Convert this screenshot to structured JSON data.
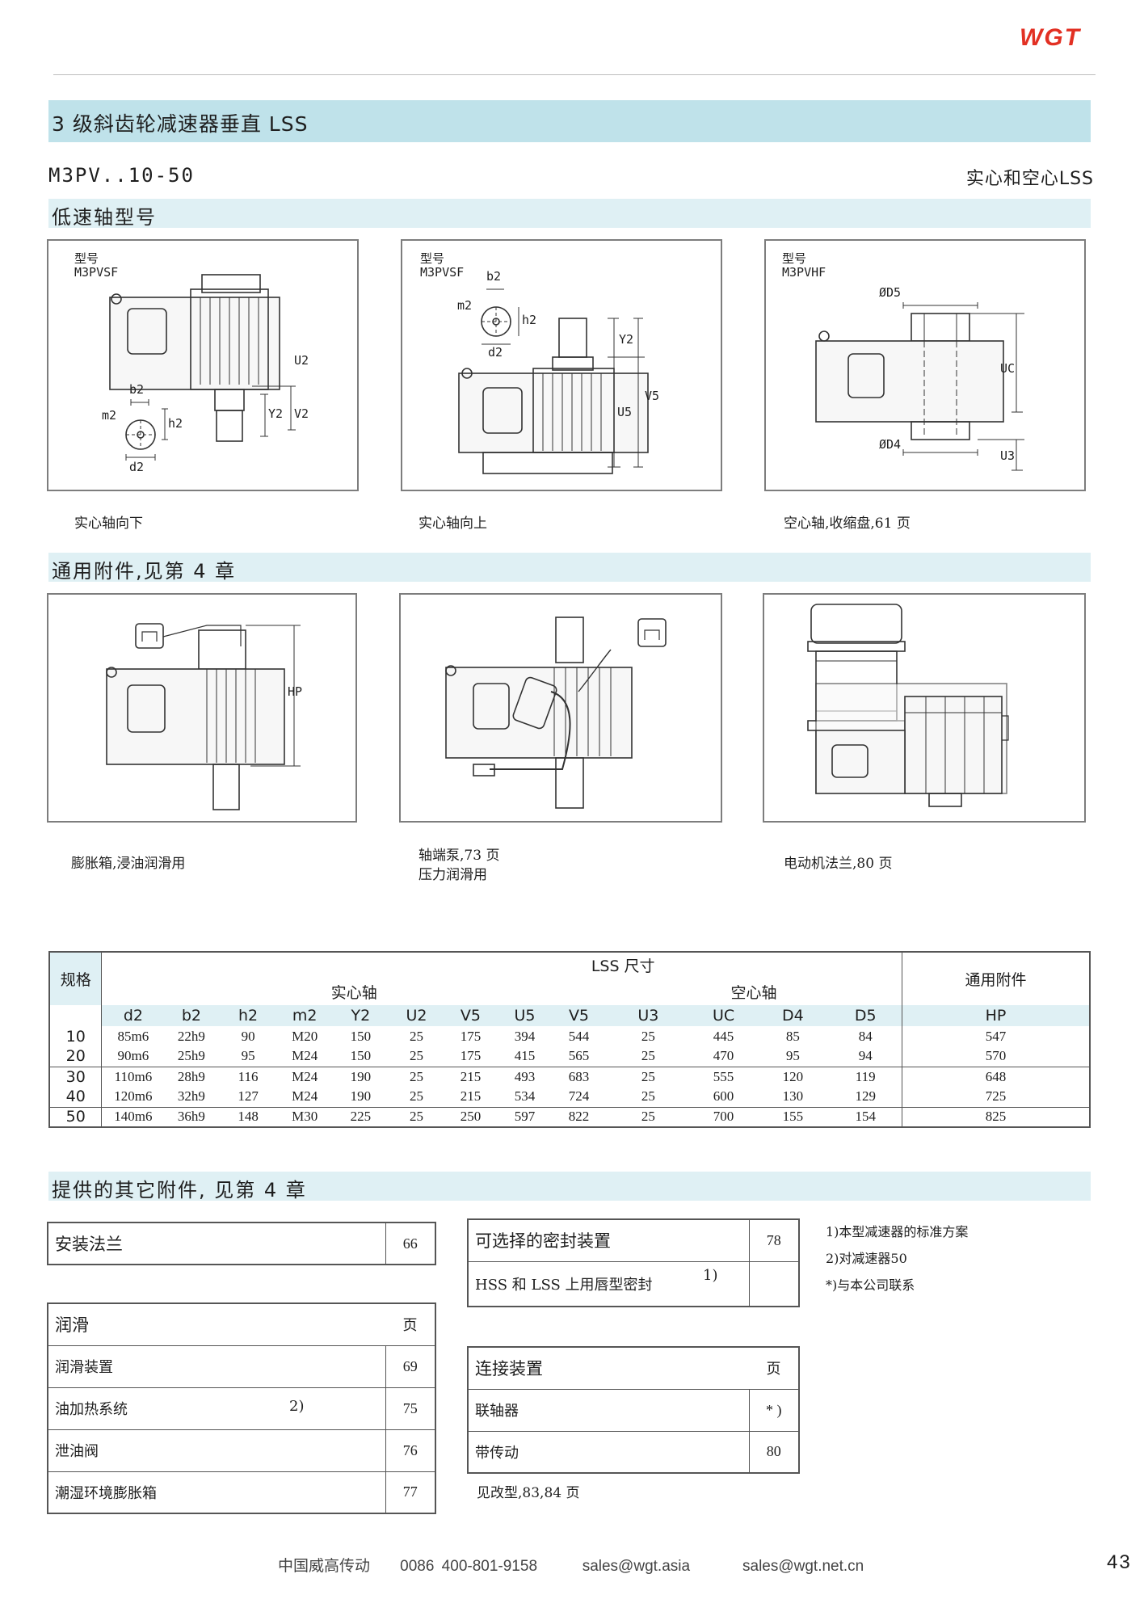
{
  "brand": {
    "logo_text": "WGT",
    "color": "#e23023"
  },
  "header": {
    "title": "3 级斜齿轮减速器垂直 LSS",
    "model_range": "M3PV..10-50",
    "shaft_type": "实心和空心LSS"
  },
  "section_lss": {
    "title": "低速轴型号",
    "figures": [
      {
        "label_line1": "型号",
        "label_line2": "M3PVSF",
        "caption": "实心轴向下",
        "dims": [
          "b2",
          "m2",
          "h2",
          "d2",
          "U2",
          "Y2",
          "V2"
        ]
      },
      {
        "label_line1": "型号",
        "label_line2": "M3PVSF",
        "caption": "实心轴向上",
        "dims": [
          "b2",
          "m2",
          "h2",
          "d2",
          "Y2",
          "U5",
          "V5"
        ]
      },
      {
        "label_line1": "型号",
        "label_line2": "M3PVHF",
        "caption": "空心轴,收缩盘,61 页",
        "dims": [
          "ØD5",
          "ØD4",
          "UC",
          "U3"
        ]
      }
    ]
  },
  "section_acc": {
    "title": "通用附件,见第 4 章",
    "figures": [
      {
        "caption_line1": "膨胀箱,浸油润滑用",
        "caption_line2": "",
        "dims": [
          "HP"
        ]
      },
      {
        "caption_line1": "轴端泵,73 页",
        "caption_line2": "压力润滑用"
      },
      {
        "caption_line1": "电动机法兰,80 页",
        "caption_line2": ""
      }
    ]
  },
  "dim_table": {
    "title": "LSS 尺寸",
    "size_label": "规格",
    "group_solid": "实心轴",
    "group_hollow": "空心轴",
    "group_acc": "通用附件",
    "columns": [
      "d2",
      "b2",
      "h2",
      "m2",
      "Y2",
      "U2",
      "V5",
      "U5",
      "V5",
      "U3",
      "UC",
      "D4",
      "D5",
      "HP"
    ],
    "rows": [
      {
        "size": "10",
        "cells": [
          "85m6",
          "22h9",
          "90",
          "M20",
          "150",
          "25",
          "175",
          "394",
          "544",
          "25",
          "445",
          "85",
          "84",
          "547"
        ]
      },
      {
        "size": "20",
        "cells": [
          "90m6",
          "25h9",
          "95",
          "M24",
          "150",
          "25",
          "175",
          "415",
          "565",
          "25",
          "470",
          "95",
          "94",
          "570"
        ]
      },
      {
        "size": "30",
        "cells": [
          "110m6",
          "28h9",
          "116",
          "M24",
          "190",
          "25",
          "215",
          "493",
          "683",
          "25",
          "555",
          "120",
          "119",
          "648"
        ]
      },
      {
        "size": "40",
        "cells": [
          "120m6",
          "32h9",
          "127",
          "M24",
          "190",
          "25",
          "215",
          "534",
          "724",
          "25",
          "600",
          "130",
          "129",
          "725"
        ]
      },
      {
        "size": "50",
        "cells": [
          "140m6",
          "36h9",
          "148",
          "M30",
          "225",
          "25",
          "250",
          "597",
          "822",
          "25",
          "700",
          "155",
          "154",
          "825"
        ]
      }
    ]
  },
  "section_other": {
    "title": "提供的其它附件, 见第 4 章",
    "mount": {
      "label": "安装法兰",
      "page": "66"
    },
    "lube": {
      "title": "润滑",
      "page_header": "页",
      "items": [
        {
          "label": "润滑装置",
          "note": "",
          "page": "69"
        },
        {
          "label": "油加热系统",
          "note": "2)",
          "page": "75"
        },
        {
          "label": "泄油阀",
          "note": "",
          "page": "76"
        },
        {
          "label": "潮湿环境膨胀箱",
          "note": "",
          "page": "77"
        }
      ]
    },
    "seal": {
      "title": "可选择的密封装置",
      "page": "78",
      "item_label": "HSS 和 LSS 上用唇型密封",
      "item_note": "1)",
      "item_page": ""
    },
    "coupling": {
      "title": "连接装置",
      "page_header": "页",
      "items": [
        {
          "label": "联轴器",
          "page": "* )"
        },
        {
          "label": "带传动",
          "page": "80"
        }
      ],
      "note": "见改型,83,84 页"
    },
    "notes": [
      "1)本型减速器的标准方案",
      "2)对减速器50",
      "*)与本公司联系"
    ]
  },
  "footer": {
    "company": "中国威高传动",
    "phone": "0086 400-801-9158",
    "email1": "sales@wgt.asia",
    "email2": "sales@wgt.net.cn",
    "page_number": "43"
  }
}
